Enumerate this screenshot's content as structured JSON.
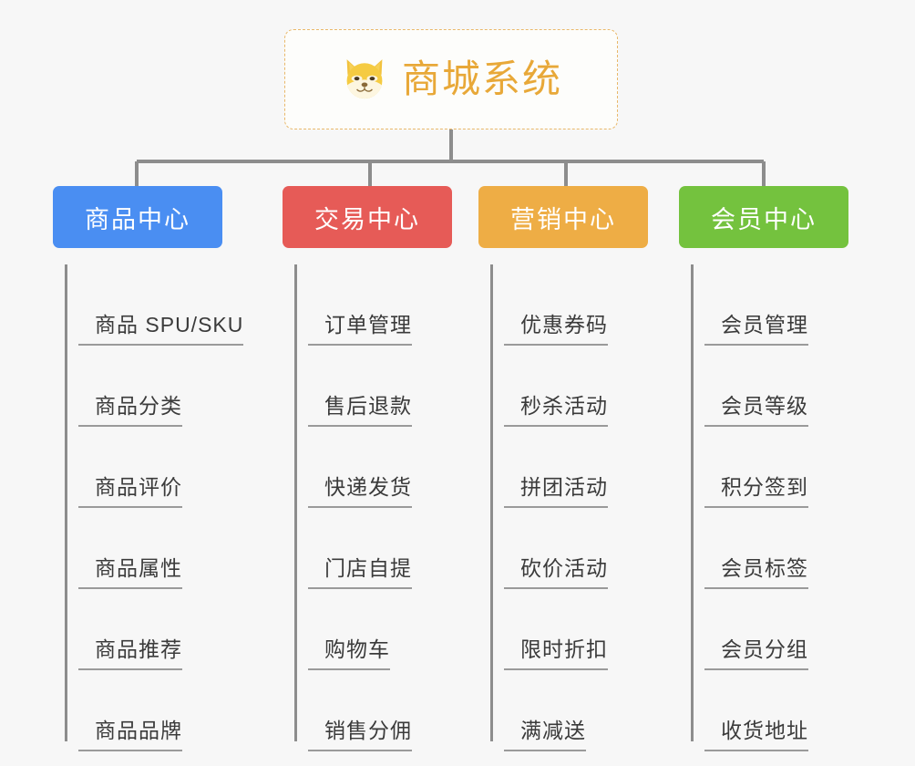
{
  "background_color": "#f7f7f7",
  "root": {
    "icon": "shiba-dog-face-icon",
    "title": "商城系统",
    "title_color": "#e8a838",
    "border_color": "#e9b86a",
    "border_style": "dashed"
  },
  "connector_color": "#8d8d8d",
  "columns": [
    {
      "id": "product-center",
      "label": "商品中心",
      "color": "#4a8ef2",
      "items": [
        "商品 SPU/SKU",
        "商品分类",
        "商品评价",
        "商品属性",
        "商品推荐",
        "商品品牌"
      ]
    },
    {
      "id": "trade-center",
      "label": "交易中心",
      "color": "#e65b57",
      "items": [
        "订单管理",
        "售后退款",
        "快递发货",
        "门店自提",
        "购物车",
        "销售分佣"
      ]
    },
    {
      "id": "marketing-center",
      "label": "营销中心",
      "color": "#eead45",
      "items": [
        "优惠券码",
        "秒杀活动",
        "拼团活动",
        "砍价活动",
        "限时折扣",
        "满减送"
      ]
    },
    {
      "id": "member-center",
      "label": "会员中心",
      "color": "#74c23e",
      "items": [
        "会员管理",
        "会员等级",
        "积分签到",
        "会员标签",
        "会员分组",
        "收货地址"
      ]
    }
  ]
}
